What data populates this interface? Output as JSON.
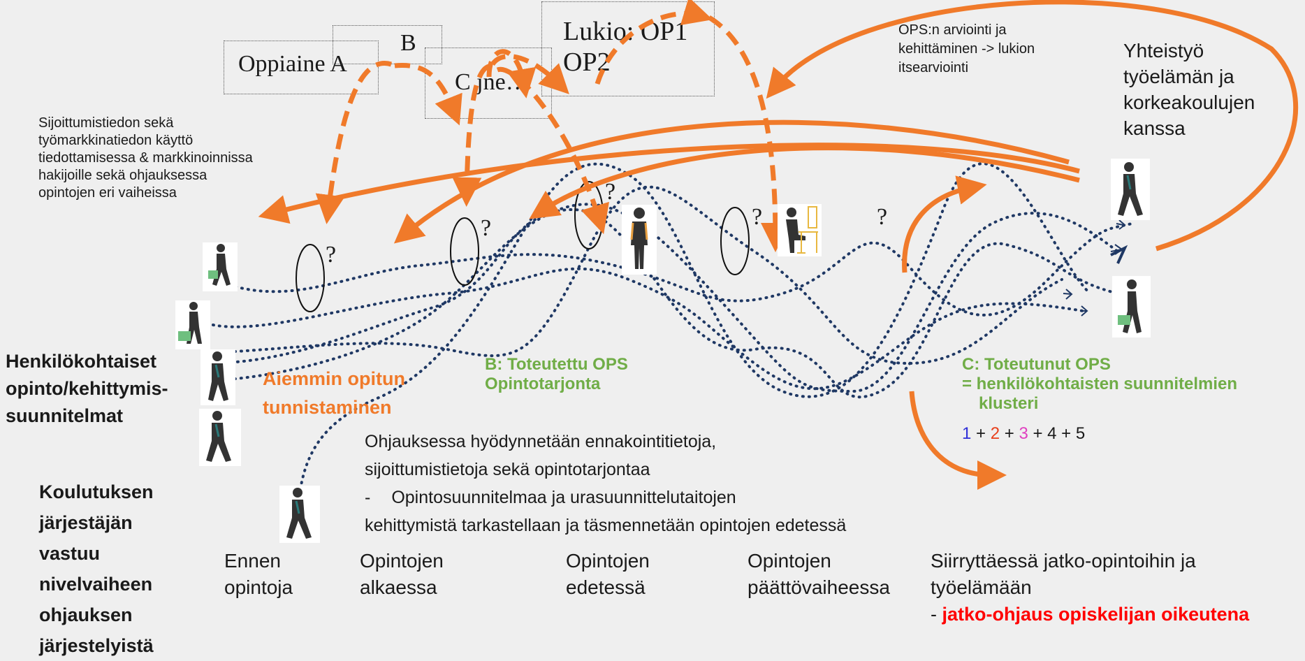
{
  "subject_boxes": {
    "a": "Oppiaine A",
    "b": "B",
    "c": "C jne…",
    "lukio": "Lukio: OP1 OP2"
  },
  "ops_eval": "OPS:n arviointi ja kehittäminen -> lukion itsearviointi",
  "cooperation": "Yhteistyö työelämän ja korkeakoulujen kanssa",
  "placement_info": "Sijoittumistiedon sekä työmarkkinatiedon käyttö tiedottamisessa & markkinoinnissa hakijoille sekä ohjauksessa opintojen eri vaiheissa",
  "personal_plans": "Henkilökohtaiset opinto/kehittymis-suunnitelmat",
  "prior_learning": "Aiemmin opitun tunnistaminen",
  "realized_ops_b": {
    "line1": "B: Toteutettu OPS",
    "line2": "Opintotarjonta"
  },
  "realized_ops_c": {
    "line1": "C: Toteutunut OPS",
    "line2": "= henkilökohtaisten suunnitelmien",
    "line3": "klusteri"
  },
  "cluster_formula": [
    {
      "text": "1",
      "color": "#2f2fd8"
    },
    {
      "text": " + ",
      "color": "#111111"
    },
    {
      "text": "2",
      "color": "#e8401c"
    },
    {
      "text": " + ",
      "color": "#111111"
    },
    {
      "text": "3",
      "color": "#e040c0"
    },
    {
      "text": " + 4 + 5",
      "color": "#111111"
    }
  ],
  "guidance": {
    "line1": "Ohjauksessa hyödynnetään ennakointitietoja,",
    "line2": "sijoittumistietoja sekä opintotarjontaa",
    "bullet": "-",
    "line3": "Opintosuunnitelmaa ja urasuunnittelutaitojen",
    "line4": "kehittymistä tarkastellaan ja täsmennetään opintojen edetessä"
  },
  "provider_responsibility": "Koulutuksen järjestäjän vastuu nivelvaiheen ohjauksen järjestelyistä",
  "phases": {
    "before": "Ennen opintoja",
    "start": "Opintojen alkaessa",
    "progress": "Opintojen edetessä",
    "final": "Opintojen päättövaiheessa",
    "transition_line1": "Siirryttäessä jatko-opintoihin ja",
    "transition_line2": "työelämään",
    "transition_dash": "- ",
    "transition_right": "jatko-ohjaus opiskelijan oikeutena"
  },
  "question_mark": "?",
  "colors": {
    "orange": "#f07a2a",
    "green": "#70ad47",
    "navy": "#1f3864",
    "red": "#ff0000",
    "background": "#efefef"
  },
  "icons": [
    "walking-person-icon",
    "standing-person-icon",
    "person-at-desk-icon"
  ]
}
